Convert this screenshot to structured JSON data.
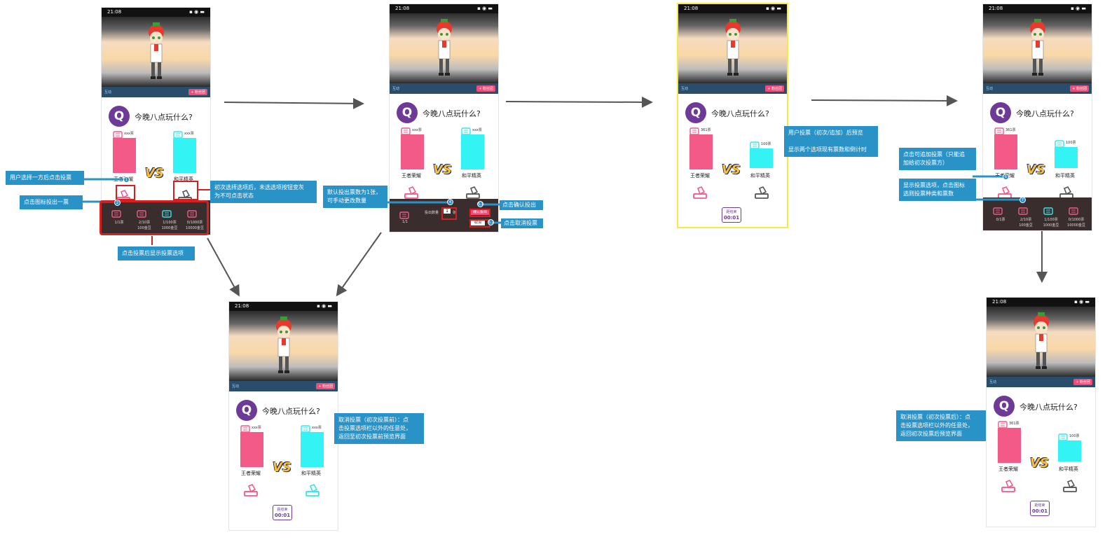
{
  "status_time": "21:08",
  "question": "今晚八点玩什么?",
  "options": {
    "left": "王者荣耀",
    "right": "和平精英"
  },
  "count_placeholder": "xxx票",
  "counts_after": {
    "left": "361票",
    "right": "100票"
  },
  "countdown": {
    "label": "距结束",
    "time": "00:01"
  },
  "live_tab": "互动",
  "gift_label": "+ 粉丝团",
  "vote_panel": [
    {
      "count": "1/1票",
      "cost": ""
    },
    {
      "count": "2/10票",
      "cost": "100金豆"
    },
    {
      "count": "1/100票",
      "cost": "1000金豆"
    },
    {
      "count": "0/1000票",
      "cost": "10000金豆"
    }
  ],
  "vote_panel_b": [
    {
      "count": "0/1票",
      "cost": ""
    },
    {
      "count": "2/10票",
      "cost": "100金豆"
    },
    {
      "count": "1/100票",
      "cost": "1000金豆"
    },
    {
      "count": "0/1000票",
      "cost": "10000金豆"
    }
  ],
  "confirm_panel": {
    "qty_label": "投出数量",
    "qty": "1",
    "unit": "张",
    "confirm": "确认投出",
    "cancel": "取消",
    "left_count": "1/1"
  },
  "annotations": {
    "a1": "用户选择一方后点击投票",
    "a2": "点击图标投出一票",
    "a3": "初次选择选项后，未选选项按钮变灰\n为不可点击状态",
    "a4": "点击投票后显示投票选项",
    "a5": "默认投出票数为1张，\n可手动更改数量",
    "a6": "点击确认投出",
    "a7": "点击取消投票",
    "a8": "用户投票（初次/追加）后预览\n\n显示两个选项现有票数和倒计时",
    "a9": "点击可追加投票（只能追\n加给初次投票方）",
    "a10": "显示投票选项，点击图标\n选则投票种类和票数",
    "a11": "取消投票（初次投票前）：点\n击投票选项栏以外的任意处，\n返回至初次投票前预览界面",
    "a12": "取消投票（初次投票后）：点\n击投票选项栏以外的任意处，\n返回初次投票后预览界面"
  },
  "step_numbers": [
    "1",
    "2",
    "3",
    "4",
    "5.1",
    "5.2",
    "6",
    "7"
  ],
  "colors": {
    "pink": "#f45a88",
    "cyan": "#33f3f5",
    "purple": "#6d3a97",
    "annot": "#2992c7",
    "red": "#d42020"
  }
}
